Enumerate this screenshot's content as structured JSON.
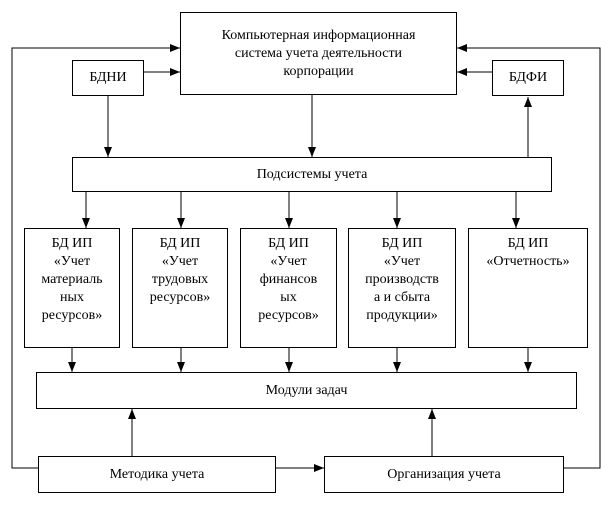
{
  "nodes": {
    "main_system": [
      "Компьютерная информационная",
      "система учета деятельности",
      "корпорации"
    ],
    "bdni": "БДНИ",
    "bdfi": "БДФИ",
    "subsystems": "Подсистемы учета",
    "db_materials": [
      "БД ИП",
      "«Учет",
      "материаль",
      "ных",
      "ресурсов»"
    ],
    "db_labor": [
      "БД ИП",
      "«Учет",
      "трудовых",
      "ресурсов»"
    ],
    "db_finance": [
      "БД ИП",
      "«Учет",
      "финансов",
      "ых",
      "ресурсов»"
    ],
    "db_production": [
      "БД ИП",
      "«Учет",
      "производств",
      "а и сбыта",
      "продукции»"
    ],
    "db_reporting": [
      "БД ИП",
      "«Отчетность»"
    ],
    "task_modules": "Модули задач",
    "methodology": "Методика учета",
    "organization": "Организация учета"
  }
}
